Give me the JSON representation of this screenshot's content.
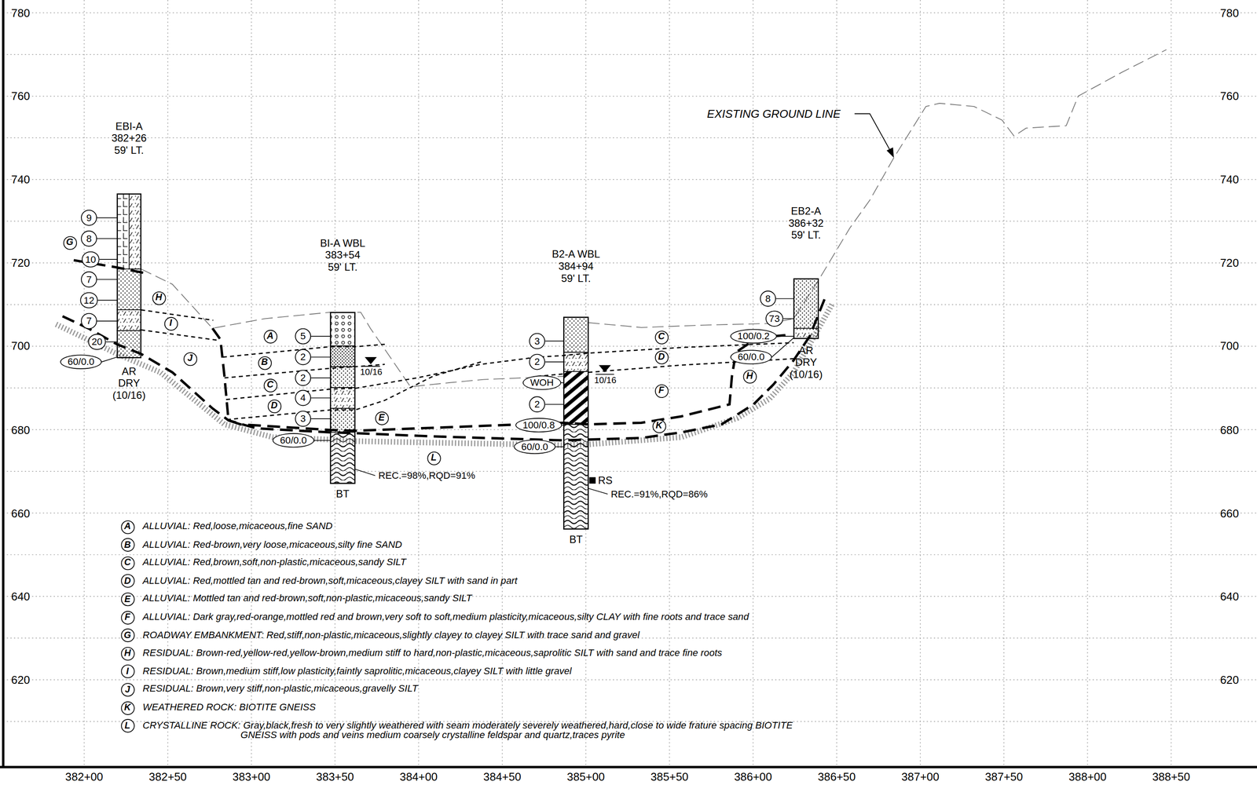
{
  "diagram": {
    "nodes": [
      {
        "text": [
          "EBI-A 382+26 59' LT.",
          "AR DRY (10/16)"
        ]
      },
      {
        "text": [
          "BI-A WBL 383+54 59' LT.",
          "BT"
        ]
      },
      {
        "text": [
          "B2-A WBL 384+94 59' LT.",
          "BT"
        ]
      },
      {
        "text": [
          "EB2-A 386+32 59' LT.",
          "AR DRY (10/16)"
        ]
      },
      {
        "text": [
          "9"
        ]
      },
      {
        "text": [
          "8"
        ]
      },
      {
        "text": [
          "10"
        ]
      },
      {
        "text": [
          "7"
        ]
      },
      {
        "text": [
          "12"
        ]
      },
      {
        "text": [
          "7"
        ]
      },
      {
        "text": [
          "20"
        ]
      },
      {
        "text": [
          "60/0.0"
        ]
      },
      {
        "text": [
          "5"
        ]
      },
      {
        "text": [
          "2"
        ]
      },
      {
        "text": [
          "2"
        ]
      },
      {
        "text": [
          "4"
        ]
      },
      {
        "text": [
          "3"
        ]
      },
      {
        "text": [
          "60/0.0"
        ]
      },
      {
        "text": [
          "3"
        ]
      },
      {
        "text": [
          "2"
        ]
      },
      {
        "text": [
          "WOH"
        ]
      },
      {
        "text": [
          "2"
        ]
      },
      {
        "text": [
          "100/0.8"
        ]
      },
      {
        "text": [
          "60/0.0"
        ]
      },
      {
        "text": [
          "8"
        ]
      },
      {
        "text": [
          "73"
        ]
      },
      {
        "text": [
          "100/0.2"
        ]
      },
      {
        "text": [
          "60/0.0"
        ]
      },
      {
        "text": [
          "G"
        ]
      },
      {
        "text": [
          "H"
        ]
      },
      {
        "text": [
          "I"
        ]
      },
      {
        "text": [
          "J"
        ]
      },
      {
        "text": [
          "A"
        ]
      },
      {
        "text": [
          "B"
        ]
      },
      {
        "text": [
          "C"
        ]
      },
      {
        "text": [
          "D"
        ]
      },
      {
        "text": [
          "E"
        ]
      },
      {
        "text": [
          "L"
        ]
      },
      {
        "text": [
          "C"
        ]
      },
      {
        "text": [
          "D"
        ]
      },
      {
        "text": [
          "F"
        ]
      },
      {
        "text": [
          "K"
        ]
      },
      {
        "text": [
          "H"
        ]
      },
      {
        "text": [
          "A"
        ]
      },
      {
        "text": [
          "B"
        ]
      },
      {
        "text": [
          "C"
        ]
      },
      {
        "text": [
          "D"
        ]
      },
      {
        "text": [
          "E"
        ]
      },
      {
        "text": [
          "F"
        ]
      },
      {
        "text": [
          "G"
        ]
      },
      {
        "text": [
          "H"
        ]
      },
      {
        "text": [
          "I"
        ]
      },
      {
        "text": [
          "J"
        ]
      },
      {
        "text": [
          "K"
        ]
      },
      {
        "text": [
          "L"
        ]
      }
    ],
    "edges": [
      {
        "from": 4,
        "to": 0,
        "arrow": "none"
      },
      {
        "from": 5,
        "to": 0,
        "arrow": "none"
      },
      {
        "from": 6,
        "to": 0,
        "arrow": "none"
      },
      {
        "from": 7,
        "to": 0,
        "arrow": "none"
      },
      {
        "from": 8,
        "to": 0,
        "arrow": "none"
      },
      {
        "from": 9,
        "to": 0,
        "arrow": "none"
      },
      {
        "from": 10,
        "to": 0,
        "arrow": "none"
      },
      {
        "from": 11,
        "to": 0,
        "arrow": "none"
      },
      {
        "from": 12,
        "to": 1,
        "arrow": "none"
      },
      {
        "from": 13,
        "to": 1,
        "arrow": "none"
      },
      {
        "from": 14,
        "to": 1,
        "arrow": "none"
      },
      {
        "from": 15,
        "to": 1,
        "arrow": "none"
      },
      {
        "from": 16,
        "to": 1,
        "arrow": "none"
      },
      {
        "from": 17,
        "to": 1,
        "arrow": "none"
      },
      {
        "from": 18,
        "to": 2,
        "arrow": "none"
      },
      {
        "from": 19,
        "to": 2,
        "arrow": "none"
      },
      {
        "from": 20,
        "to": 2,
        "arrow": "none"
      },
      {
        "from": 21,
        "to": 2,
        "arrow": "none"
      },
      {
        "from": 22,
        "to": 2,
        "arrow": "none"
      },
      {
        "from": 23,
        "to": 2,
        "arrow": "none"
      },
      {
        "from": 24,
        "to": 3,
        "arrow": "none"
      },
      {
        "from": 25,
        "to": 3,
        "arrow": "none"
      },
      {
        "from": 26,
        "to": 3,
        "arrow": "none"
      },
      {
        "from": 27,
        "to": 3,
        "arrow": "none"
      }
    ],
    "labels": [
      "780",
      "760",
      "740",
      "720",
      "700",
      "680",
      "660",
      "640",
      "620",
      "780",
      "760",
      "740",
      "720",
      "700",
      "680",
      "660",
      "640",
      "620",
      "382+00",
      "382+50",
      "383+00",
      "383+50",
      "384+00",
      "384+50",
      "385+00",
      "385+50",
      "386+00",
      "386+50",
      "387+00",
      "387+50",
      "388+00",
      "388+50",
      "EXISTING GROUND LINE",
      "10/16",
      "10/16",
      "REC.=98%,RQD=91%",
      "RS",
      "REC.=91%,RQD=86%"
    ],
    "legend": [
      {
        "text": "ALLUVIAL: Red,loose,micaceous,fine SAND"
      },
      {
        "text": "ALLUVIAL: Red-brown,very loose,micaceous,silty fine SAND"
      },
      {
        "text": "ALLUVIAL: Red,brown,soft,non-plastic,micaceous,sandy SILT"
      },
      {
        "text": "ALLUVIAL: Red,mottled tan and red-brown,soft,micaceous,clayey SILT with sand in part"
      },
      {
        "text": "ALLUVIAL: Mottled tan and red-brown,soft,non-plastic,micaceous,sandy SILT"
      },
      {
        "text": "ALLUVIAL: Dark gray,red-orange,mottled red and brown,very soft to soft,medium plasticity,micaceous,silty CLAY with fine roots and trace sand"
      },
      {
        "text": "ROADWAY EMBANKMENT: Red,stiff,non-plastic,micaceous,slightly clayey to clayey SILT with trace sand and gravel"
      },
      {
        "text": "RESIDUAL: Brown-red,yellow-red,yellow-brown,medium stiff to hard,non-plastic,micaceous,saprolitic SILT with sand and trace fine roots"
      },
      {
        "text": "RESIDUAL: Brown,medium stiff,low plasticity,faintly saprolitic,micaceous,clayey SILT with little gravel"
      },
      {
        "text": "RESIDUAL: Brown,very stiff,non-plastic,micaceous,gravelly SILT"
      },
      {
        "text": "WEATHERED ROCK: BIOTITE GNEISS"
      },
      {
        "text": "CRYSTALLINE ROCK: Gray,black,fresh to very slightly weathered with seam moderately severely weathered,hard,close to wide frature spacing BIOTITE GNEISS with pods and veins medium coarsely crystalline feldspar and quartz,traces pyrite"
      }
    ]
  }
}
